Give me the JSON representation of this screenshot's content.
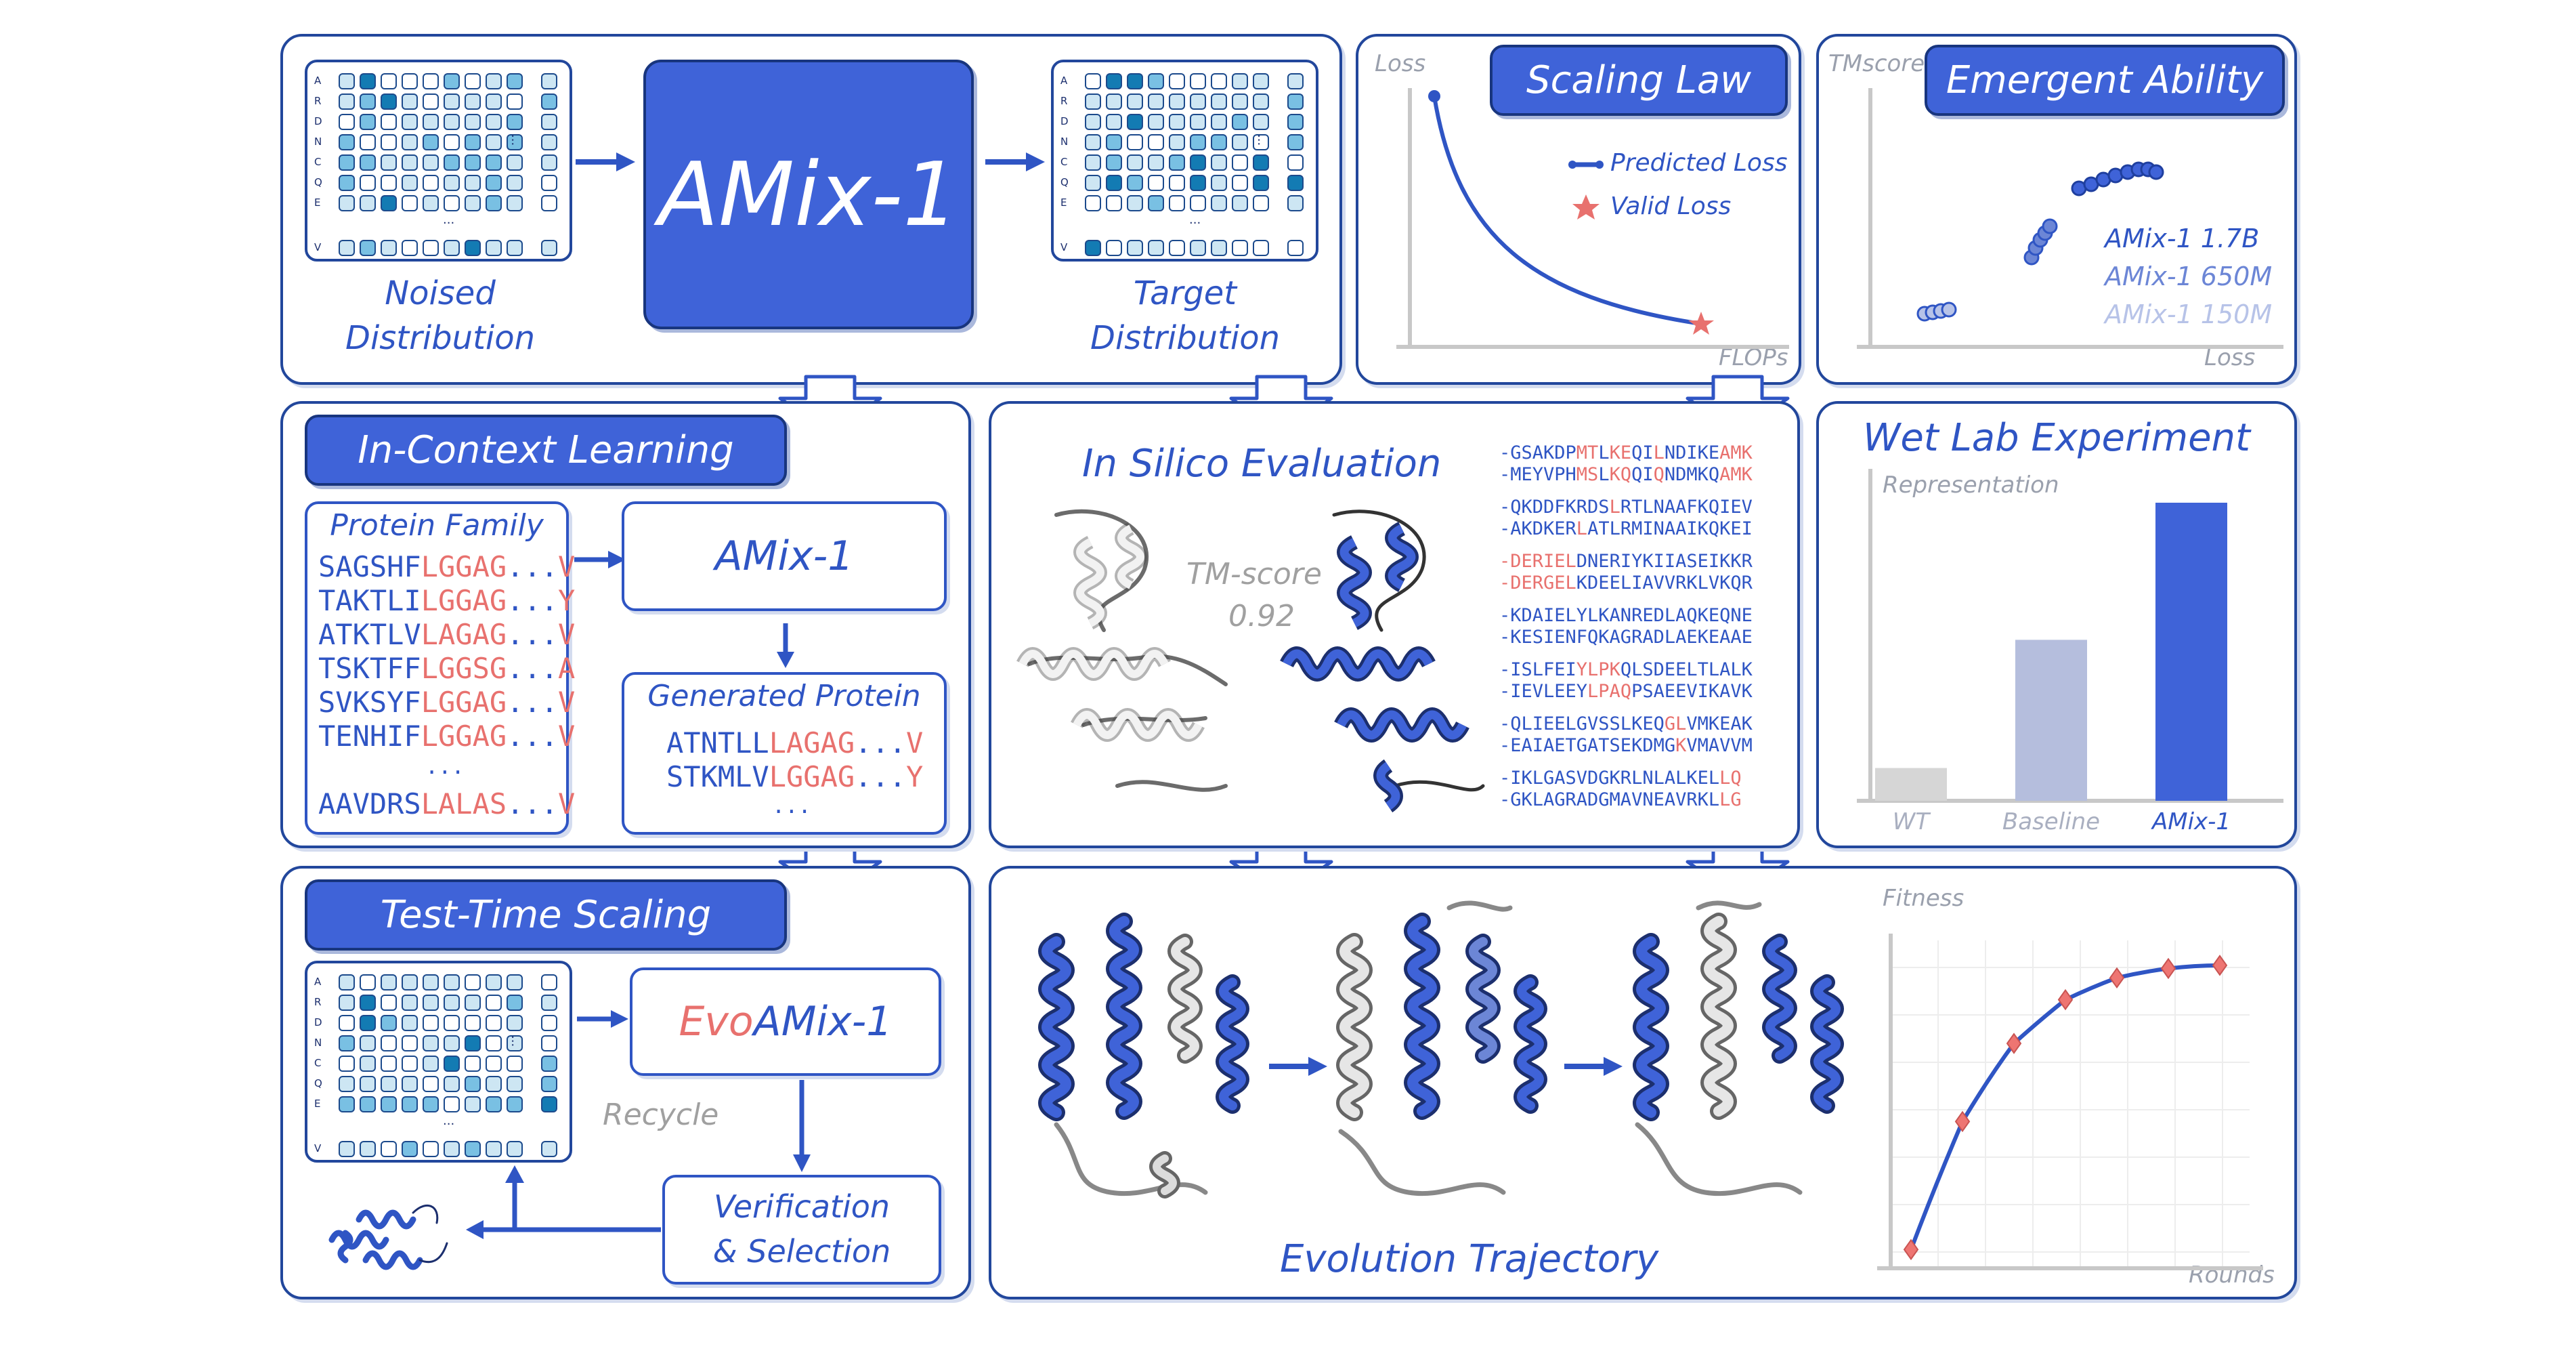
{
  "main": {
    "model_name": "AMix-1",
    "noised_label_1": "Noised",
    "noised_label_2": "Distribution",
    "target_label_1": "Target",
    "target_label_2": "Distribution"
  },
  "matrix_row_letters": [
    "A",
    "R",
    "D",
    "N",
    "C",
    "Q",
    "E",
    "V"
  ],
  "ellipsis": "...",
  "scaling_law": {
    "title": "Scaling Law",
    "y_axis": "Loss",
    "x_axis": "FLOPs",
    "legend_predicted": "Predicted Loss",
    "legend_valid": "Valid Loss"
  },
  "emergent": {
    "title": "Emergent Ability",
    "y_axis": "TMscore",
    "x_axis": "Loss",
    "legend": [
      "AMix-1 1.7B",
      "AMix-1 650M",
      "AMix-1 150M"
    ],
    "legend_colors": [
      "#2f55c4",
      "#6c86d6",
      "#b7c3e8"
    ]
  },
  "icl": {
    "title": "In-Context Learning",
    "family_title": "Protein Family",
    "family": [
      [
        "SAGSHF",
        "LG",
        "GAG",
        "...",
        "V"
      ],
      [
        "TAKTLI",
        "LG",
        "GAG",
        "...",
        "Y"
      ],
      [
        "ATKTLV",
        "LA",
        "GAG",
        "...",
        "V"
      ],
      [
        "TSKTFF",
        "LG",
        "GSG",
        "...",
        "A"
      ],
      [
        "SVKSYF",
        "LG",
        "GAG",
        "...",
        "V"
      ],
      [
        "TENHIF",
        "LG",
        "GAG",
        "...",
        "V"
      ]
    ],
    "family_last": [
      "AAVDRS",
      "LA",
      "LAS",
      "...",
      "V"
    ],
    "family_dots": "...",
    "model": "AMix-1",
    "generated_title": "Generated Protein",
    "generated": [
      [
        "ATNTLL",
        "LA",
        "GAG",
        "...",
        "V"
      ],
      [
        "STKMLV",
        "LG",
        "GAG",
        "...",
        "Y"
      ]
    ],
    "generated_dots": "..."
  },
  "insilico": {
    "title": "In Silico Evaluation",
    "tm_label": "TM-score",
    "tm_value": "0.92",
    "pairs": [
      [
        [
          [
            "-GSAKDP",
            0
          ],
          [
            "MT",
            1
          ],
          [
            "L",
            0
          ],
          [
            "KE",
            1
          ],
          [
            "QI",
            0
          ],
          [
            "L",
            1
          ],
          [
            "ND",
            0
          ],
          [
            "IKE",
            0
          ],
          [
            "AMK",
            1
          ]
        ],
        [
          [
            "-MEYVPH",
            0
          ],
          [
            "MS",
            1
          ],
          [
            "L",
            0
          ],
          [
            "KQ",
            1
          ],
          [
            "QI",
            0
          ],
          [
            "Q",
            1
          ],
          [
            "ND",
            0
          ],
          [
            "MKQ",
            0
          ],
          [
            "AMK",
            1
          ]
        ]
      ],
      [
        [
          [
            "-QKDDFKRDS",
            0
          ],
          [
            "L",
            1
          ],
          [
            "RTLNAAFKQIEV",
            0
          ]
        ],
        [
          [
            "-AKDKER",
            0
          ],
          [
            "L",
            1
          ],
          [
            "ATLRMINAAIKQKEI",
            0
          ]
        ]
      ],
      [
        [
          [
            "-DERIEL",
            1
          ],
          [
            "DNERIYKIIASEIKKR",
            0
          ]
        ],
        [
          [
            "-DERGEL",
            1
          ],
          [
            "KDEELIAVVRKLVKQR",
            0
          ]
        ]
      ],
      [
        [
          [
            "-KDAIELYLKANREDLAQKEQNE",
            0
          ]
        ],
        [
          [
            "-KESIENFQKAGRADLAEKEAAE",
            0
          ]
        ]
      ],
      [
        [
          [
            "-ISLFEI",
            0
          ],
          [
            "YLPK",
            1
          ],
          [
            "QLSDEELTLALK",
            0
          ]
        ],
        [
          [
            "-IEVLEEY",
            0
          ],
          [
            "LPAQ",
            1
          ],
          [
            "PSAEEVIKAVK",
            0
          ]
        ]
      ],
      [
        [
          [
            "-QLIEELGVSSLKEQ",
            0
          ],
          [
            "GL",
            1
          ],
          [
            "VMKEAK",
            0
          ]
        ],
        [
          [
            "-EAIAETGATSEKDMG",
            0
          ],
          [
            "K",
            1
          ],
          [
            "VMAVVM",
            0
          ]
        ]
      ],
      [
        [
          [
            "-IKLGASVDGKRLNLALKEL",
            0
          ],
          [
            "LQ",
            1
          ]
        ],
        [
          [
            "-GKLAGRADGMAVNEAVRKL",
            0
          ],
          [
            "LG",
            1
          ]
        ]
      ]
    ]
  },
  "wetlab": {
    "title": "Wet Lab Experiment",
    "y_axis": "Representation"
  },
  "tts": {
    "title": "Test-Time Scaling",
    "evo_prefix": "Evo",
    "evo_model": "AMix-1",
    "recycle": "Recycle",
    "verify_1": "Verification",
    "verify_2": "& Selection"
  },
  "evolution": {
    "caption": "Evolution Trajectory"
  },
  "chart_data": [
    {
      "type": "bar",
      "categories": [
        "WT",
        "Baseline",
        "AMix-1"
      ],
      "values": [
        0.11,
        0.54,
        1.0
      ],
      "colors": [
        "#d6d6d6",
        "#b5bedd",
        "#3f63d8"
      ],
      "ylabel": "Representation",
      "ylim": [
        0,
        1.1
      ]
    },
    {
      "type": "line",
      "x": [
        1,
        2,
        3,
        4,
        5,
        6,
        7
      ],
      "values": [
        0.06,
        0.47,
        0.72,
        0.86,
        0.93,
        0.96,
        0.97
      ],
      "xlabel": "Rounds",
      "ylabel": "Fitness",
      "ylim": [
        0,
        1.05
      ]
    },
    {
      "type": "line",
      "xlabel": "FLOPs",
      "ylabel": "Loss",
      "series": [
        {
          "name": "Predicted Loss"
        },
        {
          "name": "Valid Loss"
        }
      ]
    },
    {
      "type": "scatter",
      "xlabel": "Loss",
      "ylabel": "TMscore",
      "series": [
        {
          "name": "AMix-1 1.7B"
        },
        {
          "name": "AMix-1 650M"
        },
        {
          "name": "AMix-1 150M"
        }
      ]
    }
  ]
}
